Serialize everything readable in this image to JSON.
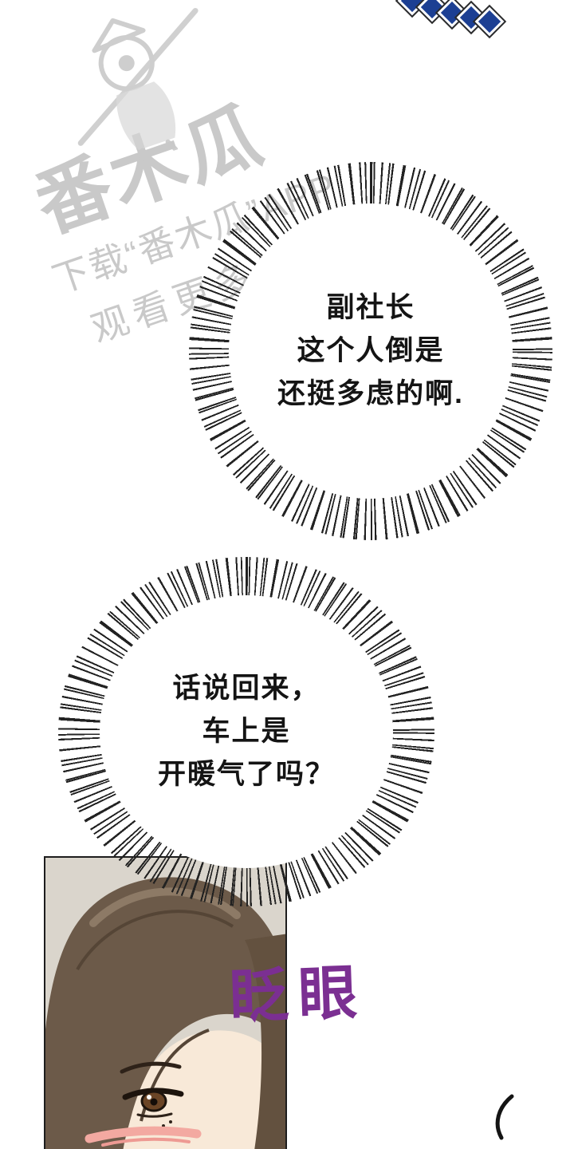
{
  "page": {
    "background": "#ffffff"
  },
  "watermark": {
    "logo_text": "番木瓜",
    "line1": "下载“番木瓜”APP",
    "line2": "观看更多作品",
    "color": "#c9c9c9"
  },
  "decor": {
    "diamond_color": "#1c3f93",
    "diamond_count": 5
  },
  "bubbles": [
    {
      "lines": [
        "副社长",
        "这个人倒是",
        "还挺多虑的啊."
      ]
    },
    {
      "lines": [
        "话说回来，",
        "车上是",
        "开暖气了吗？"
      ]
    }
  ],
  "sfx": {
    "text": "眨眼",
    "color": "#7b2f92"
  }
}
